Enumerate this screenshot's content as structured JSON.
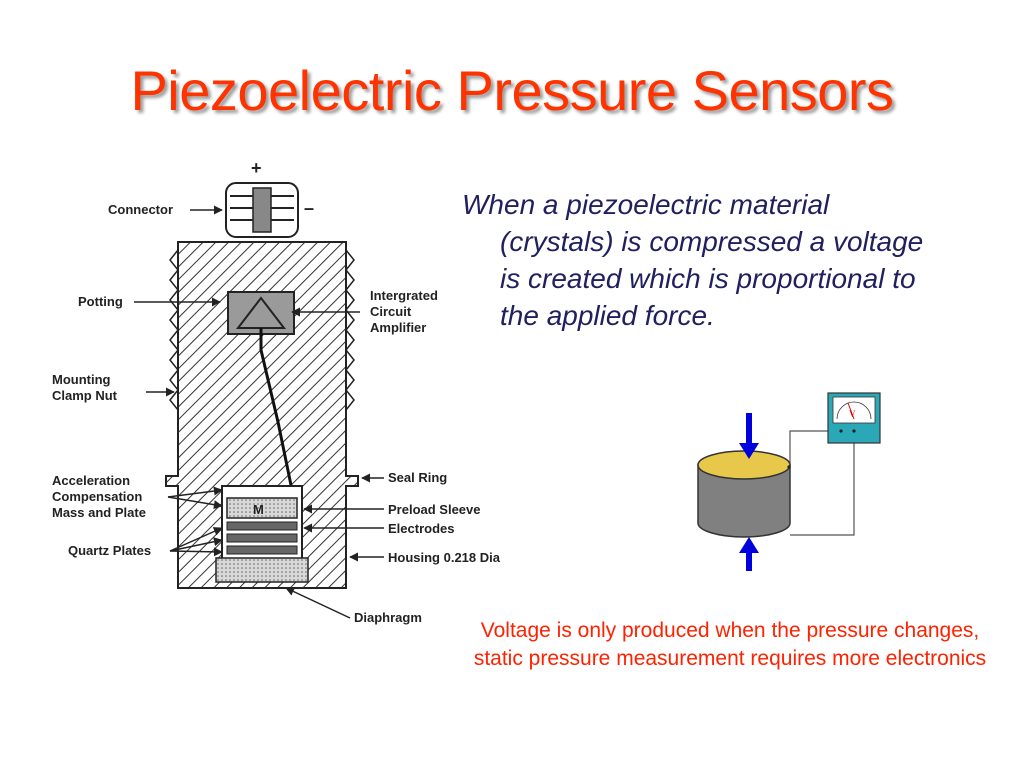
{
  "title": "Piezoelectric Pressure Sensors",
  "body_text": "When a piezoelectric material (crystals) is compressed a voltage is created which is proportional to the applied force.",
  "note": "Voltage is only produced when the pressure changes, static pressure measurement requires more electronics",
  "sensor_diagram": {
    "plus": "+",
    "minus": "–",
    "labels": {
      "connector": "Connector",
      "potting": "Potting",
      "amplifier_1": "Intergrated",
      "amplifier_2": "Circuit",
      "amplifier_3": "Amplifier",
      "mounting_1": "Mounting",
      "mounting_2": "Clamp Nut",
      "acceleration_1": "Acceleration",
      "acceleration_2": "Compensation",
      "acceleration_3": "Mass and Plate",
      "quartz": "Quartz Plates",
      "seal_ring": "Seal Ring",
      "preload_sleeve": "Preload Sleeve",
      "electrodes": "Electrodes",
      "housing": "Housing 0.218 Dia",
      "diaphragm": "Diaphragm",
      "mass": "M"
    }
  },
  "voltmeter_symbol": "V",
  "colors": {
    "title": "#ff3300",
    "body_text": "#202060",
    "note": "#ff2200",
    "crystal_top": "#e8c84a",
    "crystal_side": "#808080",
    "arrow": "#0000dd",
    "meter": "#2aa8b8"
  }
}
